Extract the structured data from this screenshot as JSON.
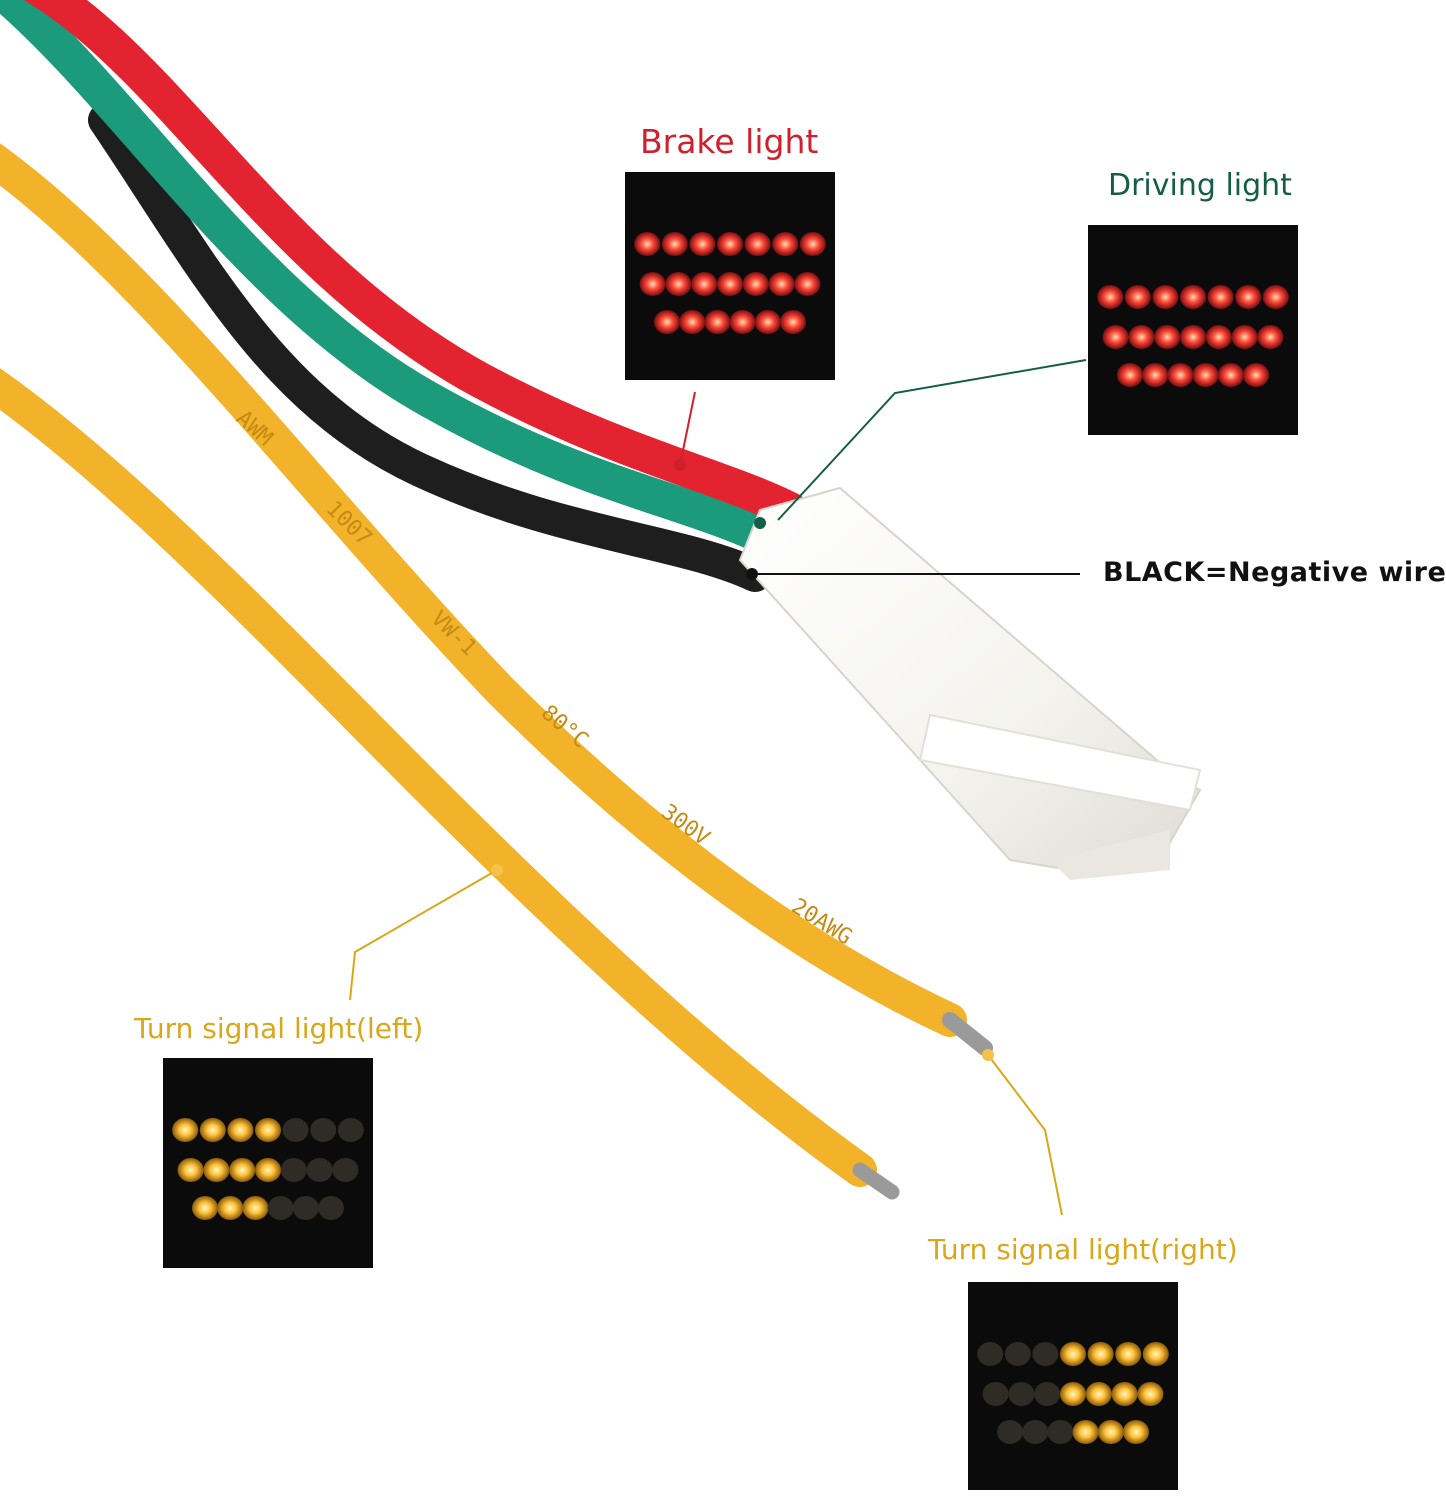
{
  "labels": {
    "brake": "Brake light",
    "driving": "Driving light",
    "black": "BLACK=Negative wire",
    "turn_left": "Turn signal light(left)",
    "turn_right": "Turn signal light(right)"
  },
  "wire_print": {
    "awm": "AWM",
    "style": "1007",
    "vw": "VW-1",
    "temp": "80°C",
    "volt": "300V",
    "gauge": "20AWG"
  },
  "colors": {
    "red_wire": "#e32330",
    "green_wire": "#1c9a7c",
    "black_wire": "#1e1e1e",
    "yellow_wire": "#f2b32a",
    "brake_text": "#d0202e",
    "driving_text": "#155e46",
    "black_text": "#111111",
    "turn_text": "#d9a71a",
    "panel_bg": "#0c0b0b",
    "red_led": "#ff3b3b",
    "amber_led": "#ffc84a"
  }
}
